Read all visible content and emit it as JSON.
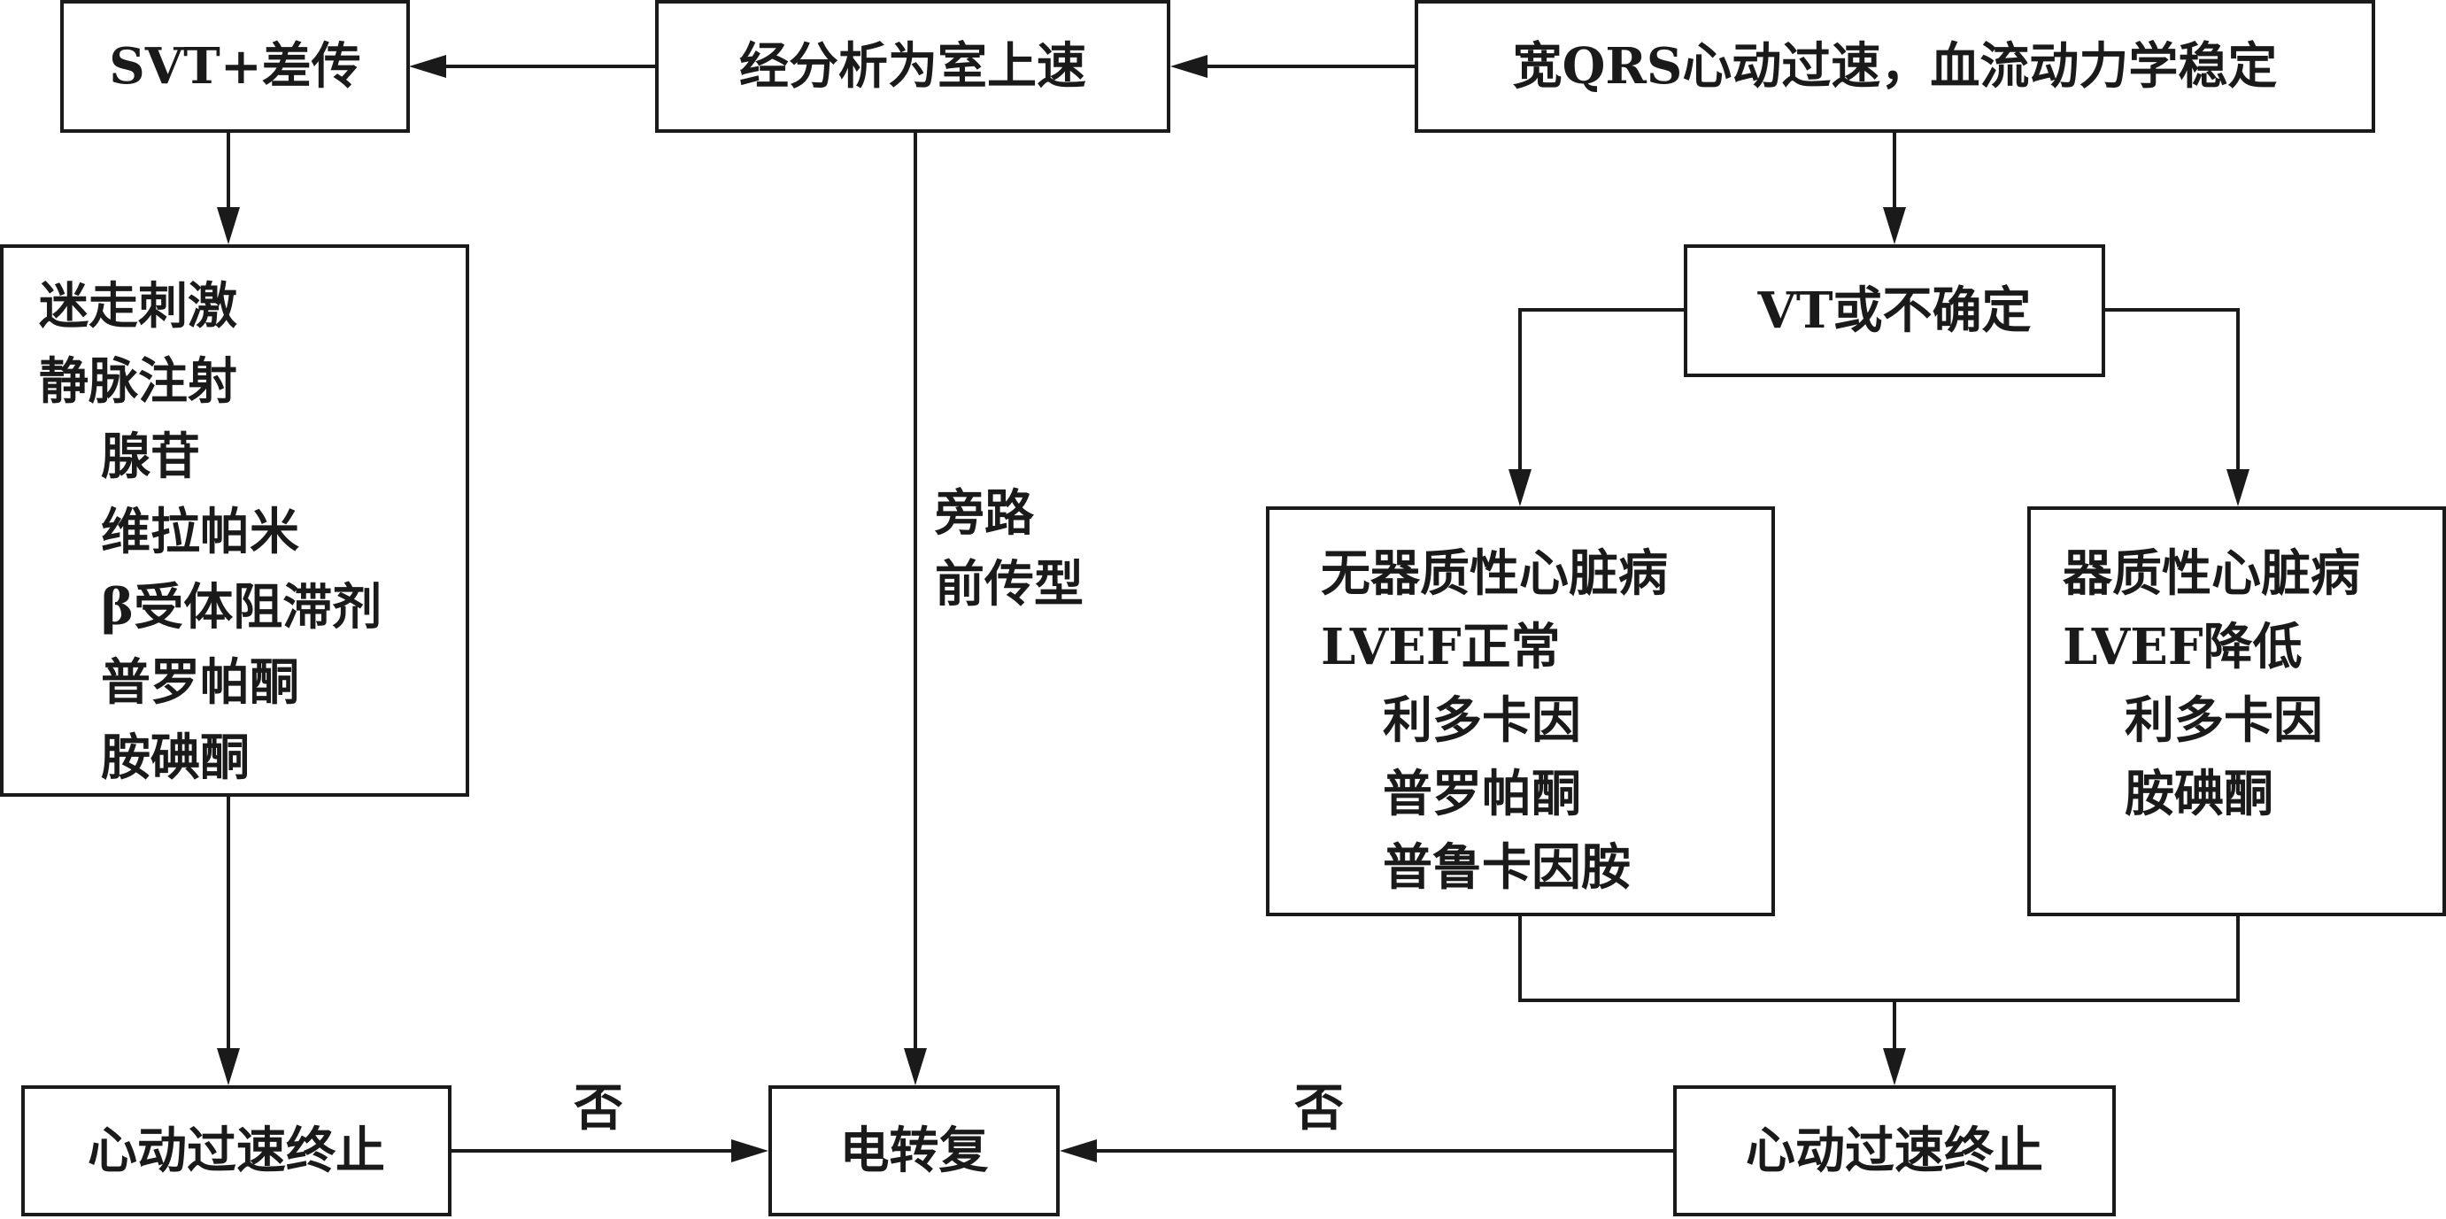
{
  "nodes": {
    "svt": "SVT+差传",
    "analysis": "经分析为室上速",
    "start": "宽QRS心动过速，血流动力学稳定",
    "vt": "VT或不确定",
    "term_left": "心动过速终止",
    "cardioversion": "电转复",
    "term_right": "心动过速终止"
  },
  "vagal_box": {
    "line1": "迷走刺激",
    "line2": "静脉注射",
    "drugs": [
      "腺苷",
      "维拉帕米",
      "β受体阻滞剂",
      "普罗帕酮",
      "胺碘酮"
    ]
  },
  "no_heart_box": {
    "line1": "无器质性心脏病",
    "line2": "LVEF正常",
    "drugs": [
      "利多卡因",
      "普罗帕酮",
      "普鲁卡因胺"
    ]
  },
  "heart_box": {
    "line1": "器质性心脏病",
    "line2": "LVEF降低",
    "drugs": [
      "利多卡因",
      "胺碘酮"
    ]
  },
  "edges": {
    "bypass_line1": "旁路",
    "bypass_line2": "前传型",
    "no_left": "否",
    "no_right": "否"
  }
}
